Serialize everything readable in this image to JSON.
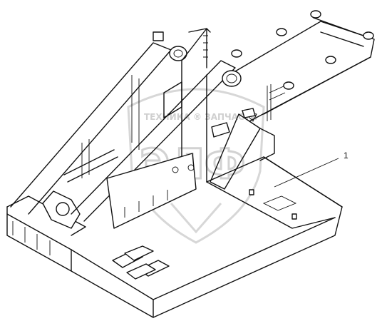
{
  "watermark": {
    "top_text": "ТЕХНИКА ® ЗАПЧАСТИ",
    "letters": "ЭЛФ"
  },
  "callouts": [
    {
      "label": "1"
    }
  ]
}
